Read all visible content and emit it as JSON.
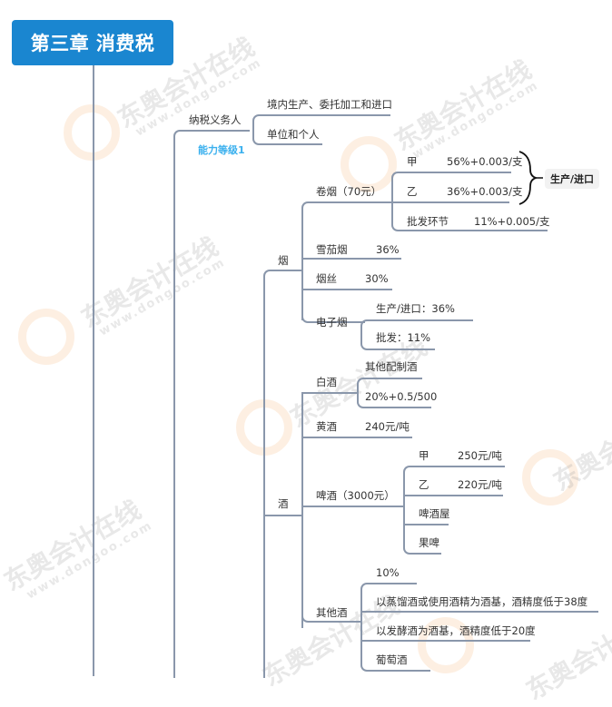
{
  "title": "第三章 消费税",
  "watermark": {
    "text": "东奥会计在线",
    "url": "www.dongoo.com",
    "color": "#f4a460"
  },
  "colors": {
    "root_bg": "#1a86d0",
    "line": "#8a97ab",
    "badge": "#3ab0ee"
  },
  "taxpayer": {
    "label": "纳税义务人",
    "badge": "能力等级1",
    "children": [
      "境内生产、委托加工和进口",
      "单位和个人"
    ]
  },
  "tobacco": {
    "label": "烟",
    "cigarette": {
      "label": "卷烟（70元）",
      "items": [
        {
          "name": "甲",
          "rate": "56%+0.003/支"
        },
        {
          "name": "乙",
          "rate": "36%+0.003/支"
        },
        {
          "name": "批发环节",
          "rate": "11%+0.005/支"
        }
      ],
      "brace_label": "生产/进口"
    },
    "cigar": {
      "label": "雪茄烟",
      "rate": "36%"
    },
    "shredded": {
      "label": "烟丝",
      "rate": "30%"
    },
    "ecig": {
      "label": "电子烟",
      "items": [
        "生产/进口：36%",
        "批发：11%"
      ]
    }
  },
  "alcohol": {
    "label": "酒",
    "baijiu": {
      "label": "白酒",
      "items": [
        "其他配制酒",
        "20%+0.5/500"
      ]
    },
    "huangjiu": {
      "label": "黄酒",
      "rate": "240元/吨"
    },
    "beer": {
      "label": "啤酒（3000元）",
      "items": [
        {
          "name": "甲",
          "rate": "250元/吨"
        },
        {
          "name": "乙",
          "rate": "220元/吨"
        },
        {
          "name": "啤酒屋",
          "rate": ""
        },
        {
          "name": "果啤",
          "rate": ""
        }
      ]
    },
    "other": {
      "label": "其他酒",
      "items": [
        "10%",
        "以蒸馏酒或使用酒精为酒基，酒精度低于38度",
        "以发酵酒为酒基，酒精度低于20度",
        "葡萄酒"
      ]
    }
  }
}
